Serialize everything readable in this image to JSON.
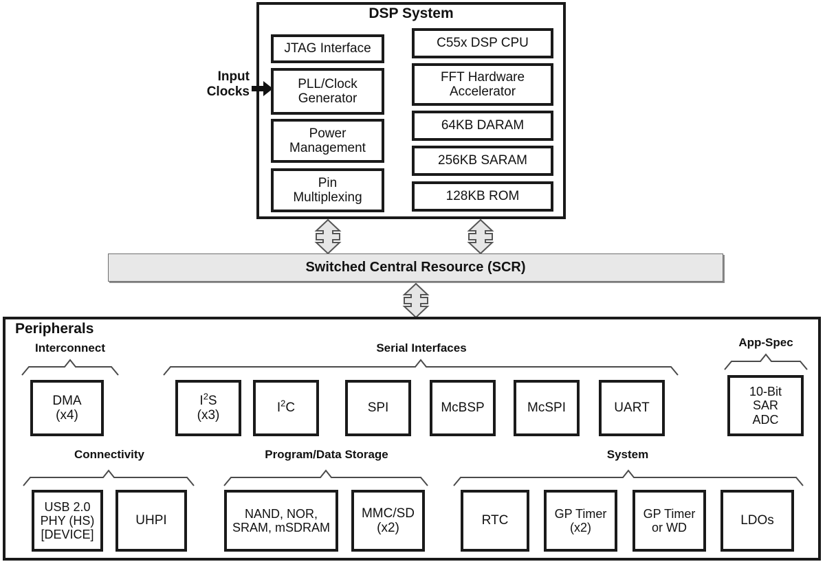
{
  "diagram": {
    "dsp_system": {
      "title": "DSP System",
      "input_label_line1": "Input",
      "input_label_line2": "Clocks",
      "left_column": [
        {
          "name": "jtag-interface",
          "lines": [
            "JTAG Interface"
          ]
        },
        {
          "name": "pll-clock-generator",
          "lines": [
            "PLL/Clock",
            "Generator"
          ]
        },
        {
          "name": "power-management",
          "lines": [
            "Power",
            "Management"
          ]
        },
        {
          "name": "pin-multiplexing",
          "lines": [
            "Pin",
            "Multiplexing"
          ]
        }
      ],
      "right_column": [
        {
          "name": "c55x-dsp-cpu",
          "lines": [
            "C55x DSP CPU"
          ]
        },
        {
          "name": "fft-hardware-accelerator",
          "lines": [
            "FFT Hardware",
            "Accelerator"
          ]
        },
        {
          "name": "daram",
          "lines": [
            "64KB DARAM"
          ]
        },
        {
          "name": "saram",
          "lines": [
            "256KB SARAM"
          ]
        },
        {
          "name": "rom",
          "lines": [
            "128KB ROM"
          ]
        }
      ]
    },
    "scr": {
      "label": "Switched Central Resource (SCR)"
    },
    "peripherals": {
      "title": "Peripherals",
      "groups": [
        {
          "name": "interconnect",
          "label": "Interconnect",
          "blocks": [
            {
              "name": "dma",
              "lines": [
                "DMA",
                "(x4)"
              ]
            }
          ]
        },
        {
          "name": "serial-interfaces",
          "label": "Serial Interfaces",
          "blocks": [
            {
              "name": "i2s",
              "lines": [
                "I<sup>2</sup>S",
                "(x3)"
              ],
              "html": true
            },
            {
              "name": "i2c",
              "lines": [
                "I<sup>2</sup>C"
              ],
              "html": true
            },
            {
              "name": "spi",
              "lines": [
                "SPI"
              ]
            },
            {
              "name": "mcbsp",
              "lines": [
                "McBSP"
              ]
            },
            {
              "name": "mcspi",
              "lines": [
                "McSPI"
              ]
            },
            {
              "name": "uart",
              "lines": [
                "UART"
              ]
            }
          ]
        },
        {
          "name": "app-spec",
          "label": "App-Spec",
          "blocks": [
            {
              "name": "sar-adc",
              "lines": [
                "10-Bit",
                "SAR",
                "ADC"
              ]
            }
          ]
        },
        {
          "name": "connectivity",
          "label": "Connectivity",
          "blocks": [
            {
              "name": "usb-phy",
              "lines": [
                "USB 2.0",
                "PHY (HS)",
                "[DEVICE]"
              ]
            },
            {
              "name": "uhpi",
              "lines": [
                "UHPI"
              ]
            }
          ]
        },
        {
          "name": "program-data-storage",
          "label": "Program/Data Storage",
          "blocks": [
            {
              "name": "external-memory",
              "lines": [
                "NAND, NOR,",
                "SRAM, mSDRAM"
              ]
            },
            {
              "name": "mmc-sd",
              "lines": [
                "MMC/SD",
                "(x2)"
              ]
            }
          ]
        },
        {
          "name": "system",
          "label": "System",
          "blocks": [
            {
              "name": "rtc",
              "lines": [
                "RTC"
              ]
            },
            {
              "name": "gp-timer",
              "lines": [
                "GP Timer",
                "(x2)"
              ]
            },
            {
              "name": "gp-timer-or-wd",
              "lines": [
                "GP Timer",
                "or WD"
              ]
            },
            {
              "name": "ldos",
              "lines": [
                "LDOs"
              ]
            }
          ]
        }
      ]
    },
    "connectors": {
      "dsp_to_scr_left": "bidirectional-arrow",
      "dsp_to_scr_right": "bidirectional-arrow",
      "scr_to_peripherals": "bidirectional-arrow",
      "input_clocks": "input-arrow"
    },
    "colors": {
      "outline": "#1a1a1a",
      "scr_fill": "#e8e8e8",
      "arrow_fill": "#e6e6e6",
      "arrow_stroke": "#555555",
      "brace_stroke": "#4a4a4a",
      "background": "#ffffff"
    }
  }
}
